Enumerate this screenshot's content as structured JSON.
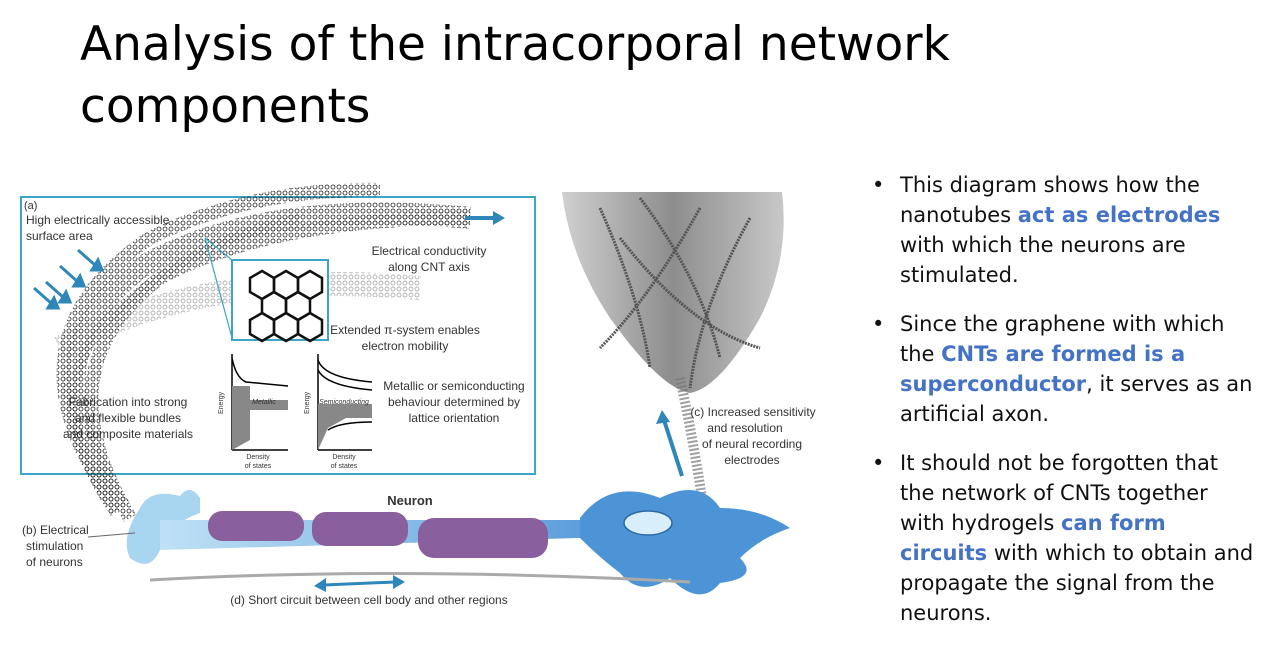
{
  "slide": {
    "title": "Analysis of the intracorporal network components"
  },
  "diagram": {
    "panel_a_letter": "(a)",
    "surface_area_line1": "High electrically accessible",
    "surface_area_line2": "surface area",
    "conductivity_line1": "Electrical conductivity",
    "conductivity_line2": "along CNT axis",
    "pi_system_line1": "Extended π-system enables",
    "pi_system_line2": "electron mobility",
    "fabrication_line1": "Fabrication into strong",
    "fabrication_line2": "and flexible bundles",
    "fabrication_line3": "and composite materials",
    "metallic_line1": "Metallic or semiconducting",
    "metallic_line2": "behaviour determined by",
    "metallic_line3": "lattice orientation",
    "graph1_label": "Metallic",
    "graph2_label": "Semiconducting",
    "energy_axis": "Energy",
    "dos_line1": "Density",
    "dos_line2": "of states",
    "recording_line1": "(c) Increased sensitivity",
    "recording_line2": "and resolution",
    "recording_line3": "of neural recording",
    "recording_line4": "electrodes",
    "neuron_label": "Neuron",
    "stim_line1": "(b) Electrical",
    "stim_line2": "stimulation",
    "stim_line3": "of neurons",
    "short_circuit": "(d) Short circuit between cell body and other regions",
    "colors": {
      "panel_border": "#3aa5c4",
      "arrow": "#2f86b8",
      "myelin": "#8a5f9e",
      "neuron": "#5ba3d9"
    }
  },
  "bullets": [
    {
      "before": "This diagram shows how the nanotubes ",
      "highlight": "act as electrodes",
      "after": " with which the neurons are stimulated."
    },
    {
      "before": "Since the graphene with which the ",
      "highlight": "CNTs are formed is a superconductor",
      "after": ", it serves as an artificial axon."
    },
    {
      "before": "It should not be forgotten that the network of CNTs together with hydrogels ",
      "highlight": "can form circuits",
      "after": " with which to obtain and propagate the signal from the neurons."
    }
  ],
  "highlight_color": "#4472c4"
}
